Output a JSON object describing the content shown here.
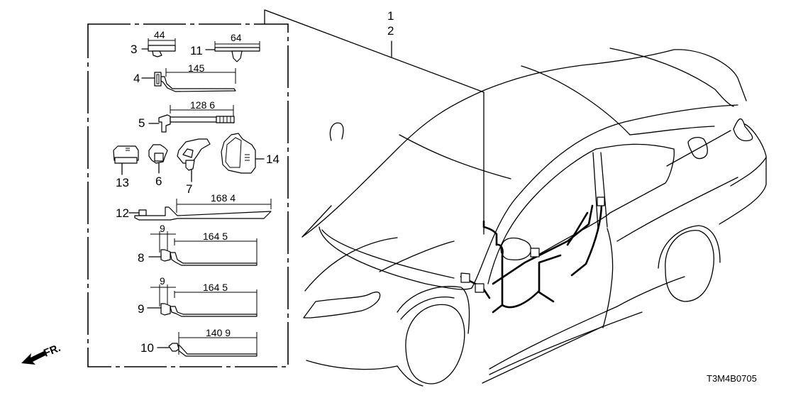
{
  "diagram": {
    "title_code": "T3M4B0705",
    "direction_indicator": "FR.",
    "assembly_callouts": [
      "1",
      "2"
    ],
    "parts": [
      {
        "callout": "3",
        "dimension": "44"
      },
      {
        "callout": "11",
        "dimension": "64"
      },
      {
        "callout": "4",
        "dimension": "145"
      },
      {
        "callout": "5",
        "dimension": "128 6"
      },
      {
        "callout": "13",
        "dimension": null
      },
      {
        "callout": "6",
        "dimension": null
      },
      {
        "callout": "7",
        "dimension": null
      },
      {
        "callout": "14",
        "dimension": null
      },
      {
        "callout": "12",
        "dimension": "168 4"
      },
      {
        "callout": "8",
        "dimension": "164 5",
        "sub_dimension": "9"
      },
      {
        "callout": "9",
        "dimension": "164 5",
        "sub_dimension": "9"
      },
      {
        "callout": "10",
        "dimension": "140 9"
      }
    ]
  }
}
